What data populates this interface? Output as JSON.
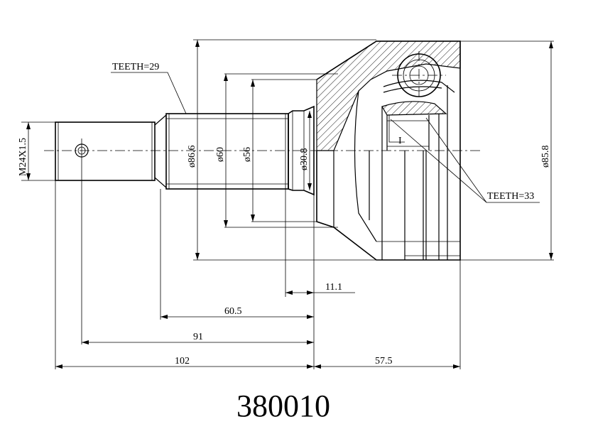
{
  "part_number": "380010",
  "labels": {
    "teeth_left": "TEETH=29",
    "teeth_right": "TEETH=33",
    "thread": "M24X1.5",
    "marker": "I"
  },
  "diameters": {
    "d1": "ø86.6",
    "d2": "ø60",
    "d3": "ø56",
    "d4": "ø30.8",
    "d5": "ø85.8"
  },
  "lengths": {
    "l1": "11.1",
    "l2": "60.5",
    "l3": "91",
    "l4": "102",
    "l5": "57.5"
  }
}
